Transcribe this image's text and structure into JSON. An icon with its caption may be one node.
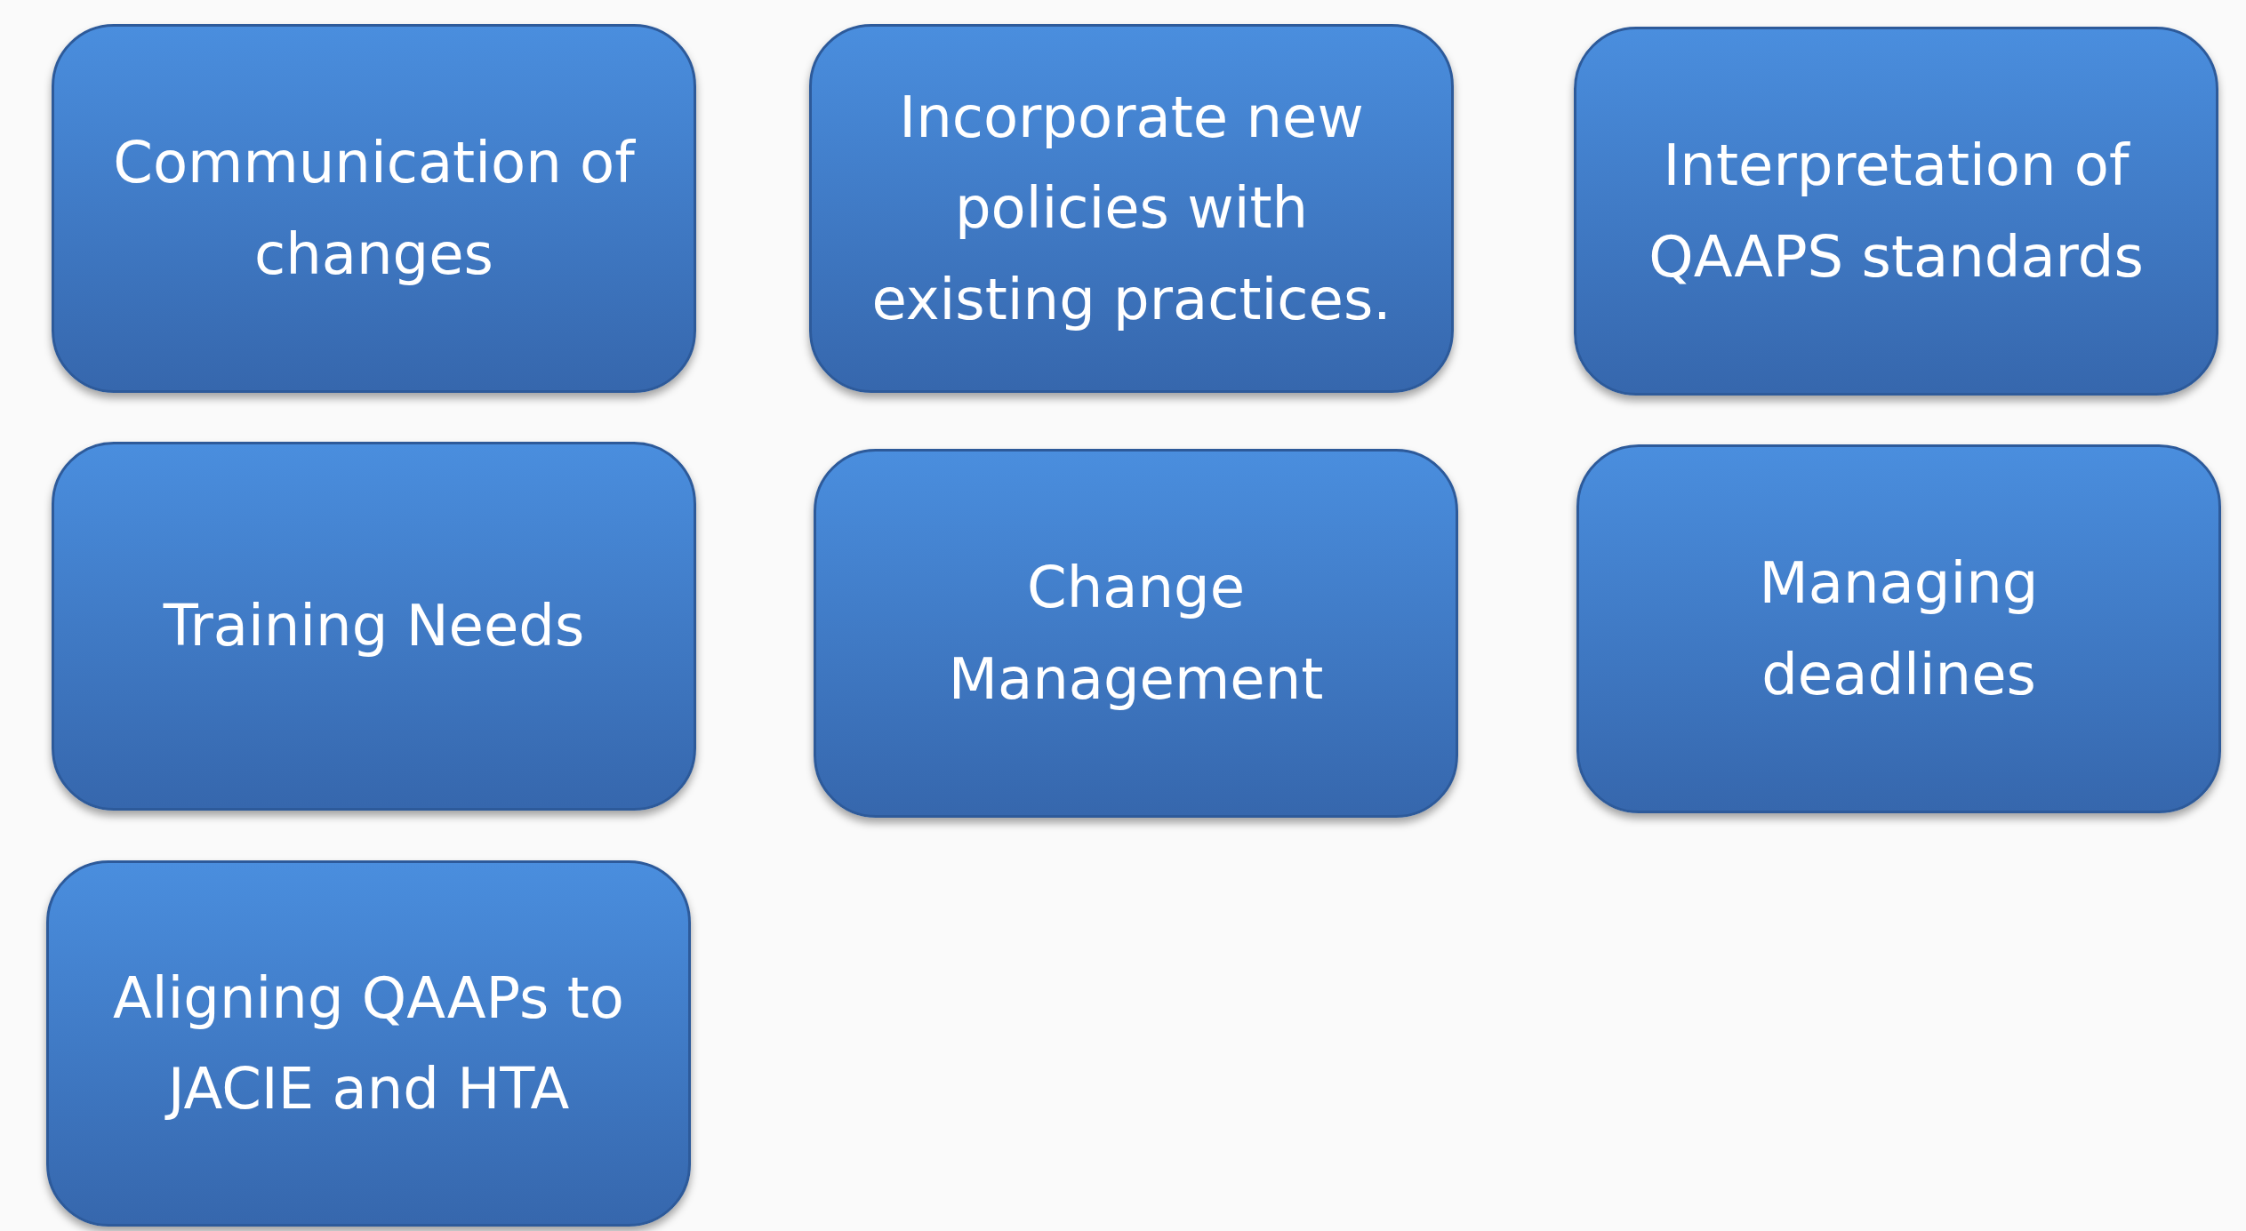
{
  "diagram": {
    "nodes": [
      {
        "text": [
          "Communication of changes"
        ]
      },
      {
        "text": [
          "Incorporate new policies with existing practices."
        ]
      },
      {
        "text": [
          "Interpretation of QAAPS standards"
        ]
      },
      {
        "text": [
          "Training Needs"
        ]
      },
      {
        "text": [
          "Change Management"
        ]
      },
      {
        "text": [
          "Managing deadlines"
        ]
      },
      {
        "text": [
          "Aligning QAAPs to JACIE and HTA"
        ]
      }
    ]
  }
}
